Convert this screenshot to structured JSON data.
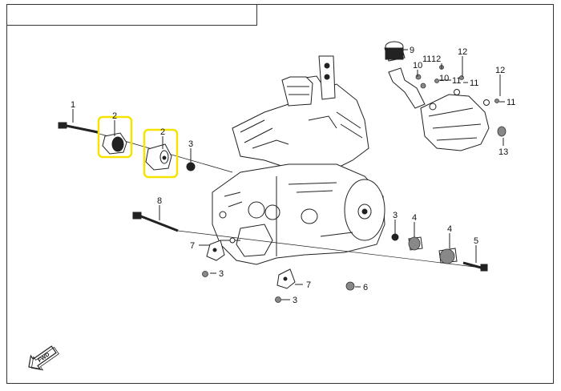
{
  "title_box": "",
  "callouts": [
    {
      "id": "c1",
      "text": "1"
    },
    {
      "id": "c2a",
      "text": "2"
    },
    {
      "id": "c2b",
      "text": "2"
    },
    {
      "id": "c3a",
      "text": "3"
    },
    {
      "id": "c3b",
      "text": "3"
    },
    {
      "id": "c3c",
      "text": "3"
    },
    {
      "id": "c3d",
      "text": "3"
    },
    {
      "id": "c4a",
      "text": "4"
    },
    {
      "id": "c4b",
      "text": "4"
    },
    {
      "id": "c5",
      "text": "5"
    },
    {
      "id": "c6",
      "text": "6"
    },
    {
      "id": "c7a",
      "text": "7"
    },
    {
      "id": "c7b",
      "text": "7"
    },
    {
      "id": "c8",
      "text": "8"
    },
    {
      "id": "c9",
      "text": "9"
    },
    {
      "id": "c10a",
      "text": "10"
    },
    {
      "id": "c10b",
      "text": "10"
    },
    {
      "id": "c11a",
      "text": "11"
    },
    {
      "id": "c11b",
      "text": "11"
    },
    {
      "id": "c11c",
      "text": "11"
    },
    {
      "id": "c11d",
      "text": "11"
    },
    {
      "id": "c12a",
      "text": "12"
    },
    {
      "id": "c12b",
      "text": "12"
    },
    {
      "id": "c12c",
      "text": "12"
    },
    {
      "id": "c13",
      "text": "13"
    }
  ],
  "fwd_label": "FWD",
  "highlight_color": "#f5e400"
}
